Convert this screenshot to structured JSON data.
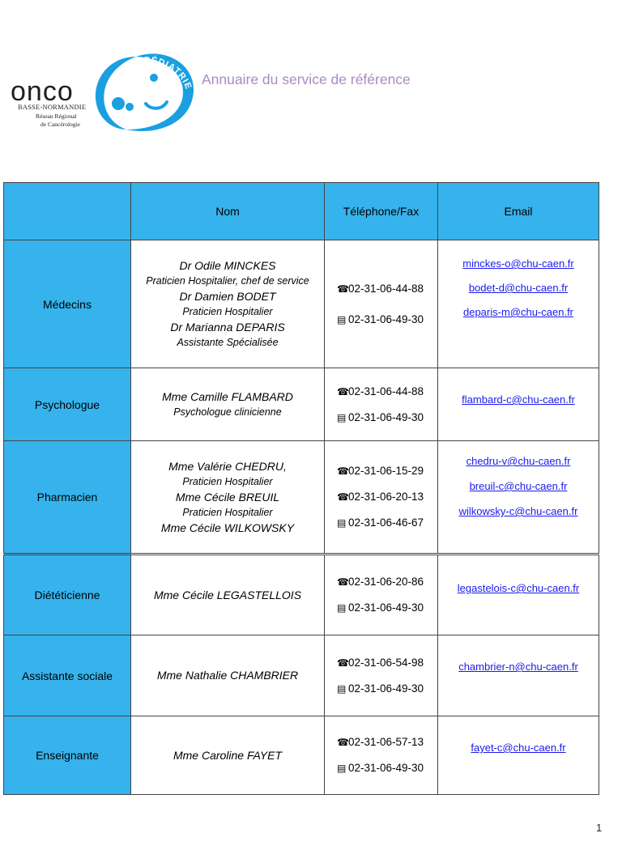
{
  "header": {
    "logo": {
      "word": "onco",
      "region": "BASSE-NORMANDIE",
      "network_line1": "Réseau Régional",
      "network_line2": "de Cancérologie",
      "badge": "PÉDIATRIE"
    },
    "title": "Annuaire du service de référence"
  },
  "table": {
    "headers": [
      "",
      "Nom",
      "Téléphone/Fax",
      "Email"
    ],
    "rows": [
      {
        "role": "Médecins",
        "people": [
          {
            "name": "Dr Odile MINCKES",
            "title": "Praticien Hospitalier, chef de service"
          },
          {
            "name": "Dr Damien BODET",
            "title": "Praticien Hospitalier"
          },
          {
            "name": "Dr Marianna DEPARIS",
            "title": "Assistante Spécialisée"
          }
        ],
        "phones": [
          {
            "type": "phone",
            "icon": "phone-icon",
            "number": "02-31-06-44-88"
          },
          {
            "type": "fax",
            "icon": "fax-icon",
            "number": "02-31-06-49-30"
          }
        ],
        "emails": [
          "minckes-o@chu-caen.fr",
          "bodet-d@chu-caen.fr",
          "deparis-m@chu-caen.fr"
        ]
      },
      {
        "role": "Psychologue",
        "people": [
          {
            "name": "Mme Camille FLAMBARD",
            "title": "Psychologue clinicienne"
          }
        ],
        "phones": [
          {
            "type": "phone",
            "icon": "phone-icon",
            "number": "02-31-06-44-88"
          },
          {
            "type": "fax",
            "icon": "fax-icon",
            "number": "02-31-06-49-30"
          }
        ],
        "emails": [
          "flambard-c@chu-caen.fr"
        ]
      },
      {
        "role": "Pharmacien",
        "people": [
          {
            "name": "Mme Valérie CHEDRU,",
            "title": "Praticien Hospitalier"
          },
          {
            "name": "Mme Cécile BREUIL",
            "title": "Praticien Hospitalier"
          },
          {
            "name": "Mme Cécile WILKOWSKY",
            "title": ""
          }
        ],
        "phones": [
          {
            "type": "phone",
            "icon": "phone-icon",
            "number": "02-31-06-15-29"
          },
          {
            "type": "phone",
            "icon": "phone-icon",
            "number": "02-31-06-20-13"
          },
          {
            "type": "fax",
            "icon": "fax-icon",
            "number": "02-31-06-46-67"
          }
        ],
        "emails": [
          "chedru-v@chu-caen.fr",
          "breuil-c@chu-caen.fr",
          "wilkowsky-c@chu-caen.fr"
        ]
      },
      {
        "role": "Diététicienne",
        "people": [
          {
            "name": "Mme Cécile LEGASTELLOIS",
            "title": ""
          }
        ],
        "phones": [
          {
            "type": "phone",
            "icon": "phone-icon",
            "number": "02-31-06-20-86"
          },
          {
            "type": "fax",
            "icon": "fax-icon",
            "number": "02-31-06-49-30"
          }
        ],
        "emails": [
          "legastelois-c@chu-caen.fr"
        ]
      },
      {
        "role": "Assistante sociale",
        "people": [
          {
            "name": "Mme Nathalie CHAMBRIER",
            "title": ""
          }
        ],
        "phones": [
          {
            "type": "phone",
            "icon": "phone-icon",
            "number": "02-31-06-54-98"
          },
          {
            "type": "fax",
            "icon": "fax-icon",
            "number": "02-31-06-49-30"
          }
        ],
        "emails": [
          "chambrier-n@chu-caen.fr"
        ]
      },
      {
        "role": "Enseignante",
        "people": [
          {
            "name": "Mme Caroline FAYET",
            "title": ""
          }
        ],
        "phones": [
          {
            "type": "phone",
            "icon": "phone-icon",
            "number": "02-31-06-57-13"
          },
          {
            "type": "fax",
            "icon": "fax-icon",
            "number": "02-31-06-49-30"
          }
        ],
        "emails": [
          "fayet-c@chu-caen.fr"
        ]
      }
    ]
  },
  "footer": {
    "page_number": "1"
  },
  "colors": {
    "header_fill": "#36b3ec",
    "title": "#a98bc2",
    "link": "#1a1aee",
    "logo_blue": "#1aa0e0"
  }
}
